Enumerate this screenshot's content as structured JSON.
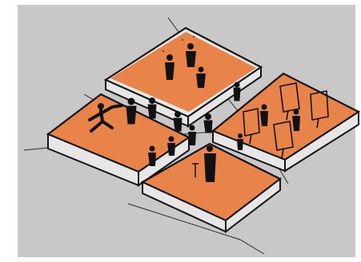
{
  "colors": {
    "background": "#c9c8c8",
    "border": "#ffffff",
    "platform_top": "#e8844a",
    "platform_side": "#e6e6e6",
    "ink": "#141414",
    "figure": "#111111"
  },
  "scene": {
    "platforms": [
      "top-platform",
      "left-platform",
      "right-platform",
      "bottom-platform"
    ],
    "icons": [
      "person-figure-icon",
      "dancer-figure-icon",
      "easel-icon"
    ]
  }
}
